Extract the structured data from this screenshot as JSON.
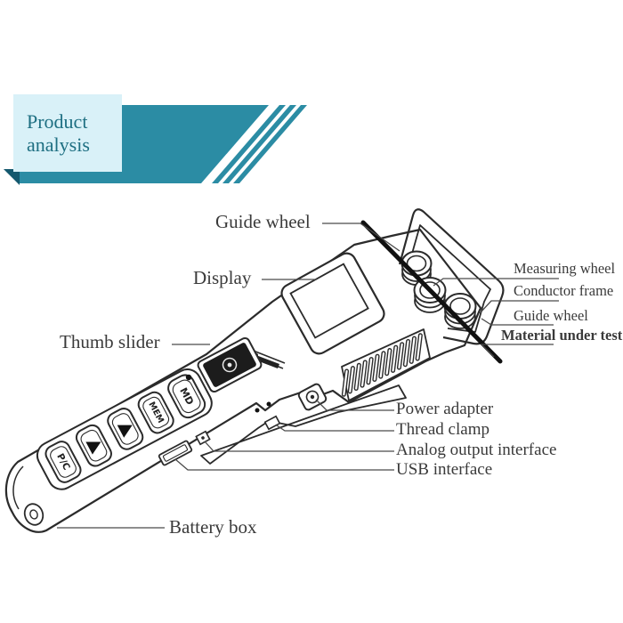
{
  "banner": {
    "title_line1": "Product",
    "title_line2": "analysis",
    "colors": {
      "banner_teal": "#2b8ca4",
      "box_bg": "#d9f1f8",
      "title_text": "#1e6f82",
      "fold_dark": "#14586e"
    }
  },
  "device": {
    "buttons": [
      "P/C",
      "▲",
      "▲",
      "MEM",
      "MD"
    ],
    "line_color": "#2b2b2b",
    "wire_color": "#111111"
  },
  "labels": {
    "guide_wheel_top": "Guide wheel",
    "display": "Display",
    "thumb_slider": "Thumb slider",
    "measuring_wheel": "Measuring wheel",
    "conductor_frame": "Conductor frame",
    "guide_wheel_right": "Guide wheel",
    "material_under_test": "Material under test",
    "power_adapter": "Power adapter",
    "thread_clamp": "Thread clamp",
    "analog_output": "Analog output interface",
    "usb_interface": "USB interface",
    "battery_box": "Battery box"
  }
}
